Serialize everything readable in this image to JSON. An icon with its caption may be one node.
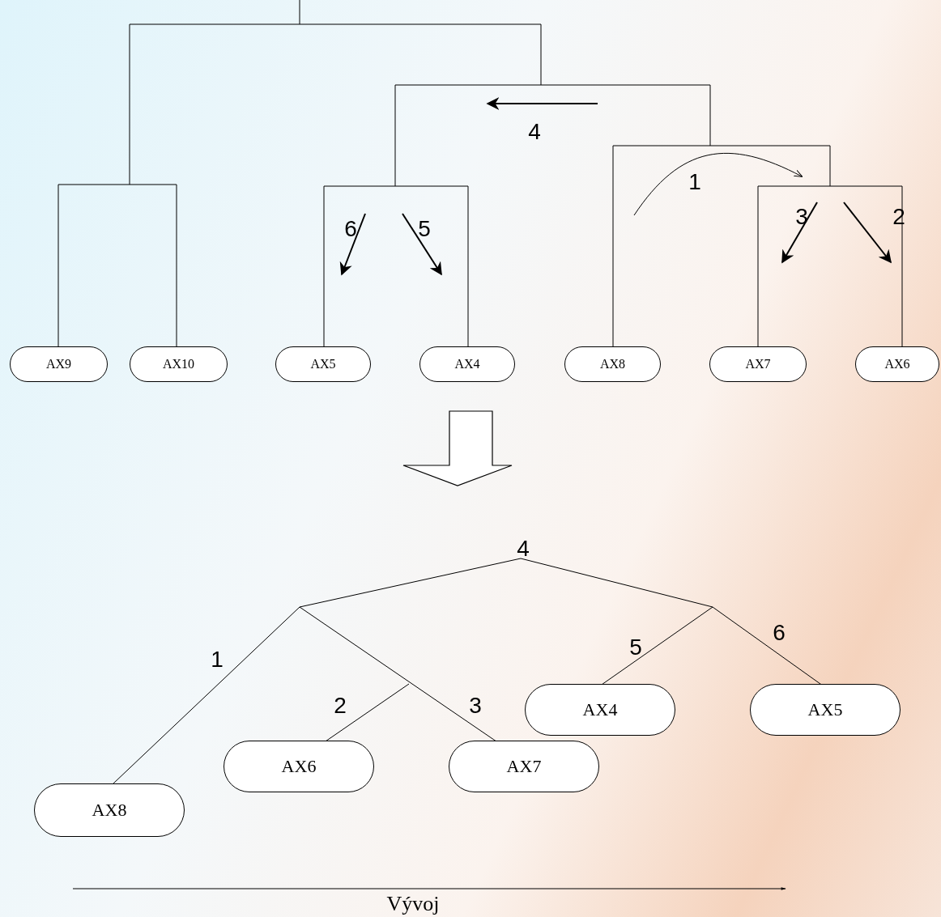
{
  "diagram": {
    "nodes": [
      {
        "text": [
          "AX9"
        ]
      },
      {
        "text": [
          "AX10"
        ]
      },
      {
        "text": [
          "AX5"
        ]
      },
      {
        "text": [
          "AX4"
        ]
      },
      {
        "text": [
          "AX8"
        ]
      },
      {
        "text": [
          "AX7"
        ]
      },
      {
        "text": [
          "AX6"
        ]
      },
      {
        "text": [
          "AX8"
        ]
      },
      {
        "text": [
          "AX6"
        ]
      },
      {
        "text": [
          "AX7"
        ]
      },
      {
        "text": [
          "AX4"
        ]
      },
      {
        "text": [
          "AX5"
        ]
      }
    ],
    "edges": [],
    "labels": [
      "4",
      "1",
      "6",
      "5",
      "3",
      "2",
      "4",
      "6",
      "5",
      "1",
      "2",
      "3",
      "Vývoj"
    ]
  }
}
